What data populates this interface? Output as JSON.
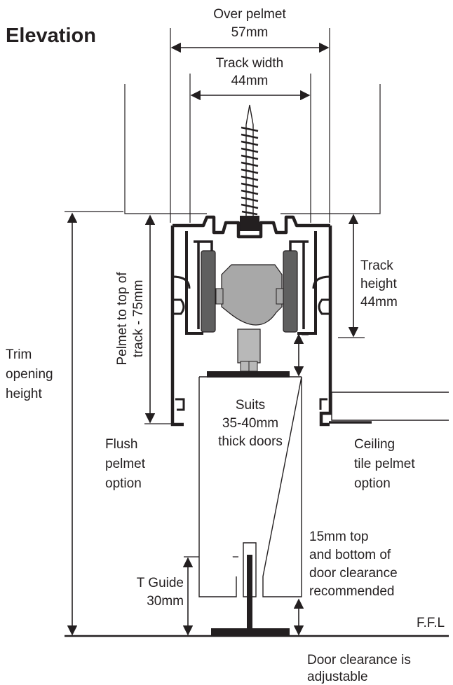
{
  "title": "Elevation",
  "dimensions": {
    "over_pelmet": [
      "Over pelmet",
      "57mm"
    ],
    "track_width": [
      "Track width",
      "44mm"
    ],
    "track_height": [
      "Track",
      "height",
      "44mm"
    ],
    "pelmet_to_track": [
      "Pelmet to top of",
      "track - 75mm"
    ],
    "trim_opening": [
      "Trim",
      "opening",
      "height"
    ],
    "t_guide": [
      "T Guide",
      "30mm"
    ]
  },
  "notes": {
    "door": [
      "Suits",
      "35-40mm",
      "thick doors"
    ],
    "flush_pelmet": [
      "Flush",
      "pelmet",
      "option"
    ],
    "ceiling_pelmet": [
      "Ceiling",
      "tile pelmet",
      "option"
    ],
    "clearance_recommended": [
      "15mm top",
      "and bottom of",
      "door clearance",
      "recommended"
    ],
    "floor": "F.F.L",
    "clearance_adjustable": [
      "Door clearance is",
      "adjustable"
    ]
  },
  "colors": {
    "ink": "#231f20",
    "wheel": "#5f5f5f",
    "hanger": "#a8a8a8",
    "hanger_stem": "#b8b8b8"
  }
}
